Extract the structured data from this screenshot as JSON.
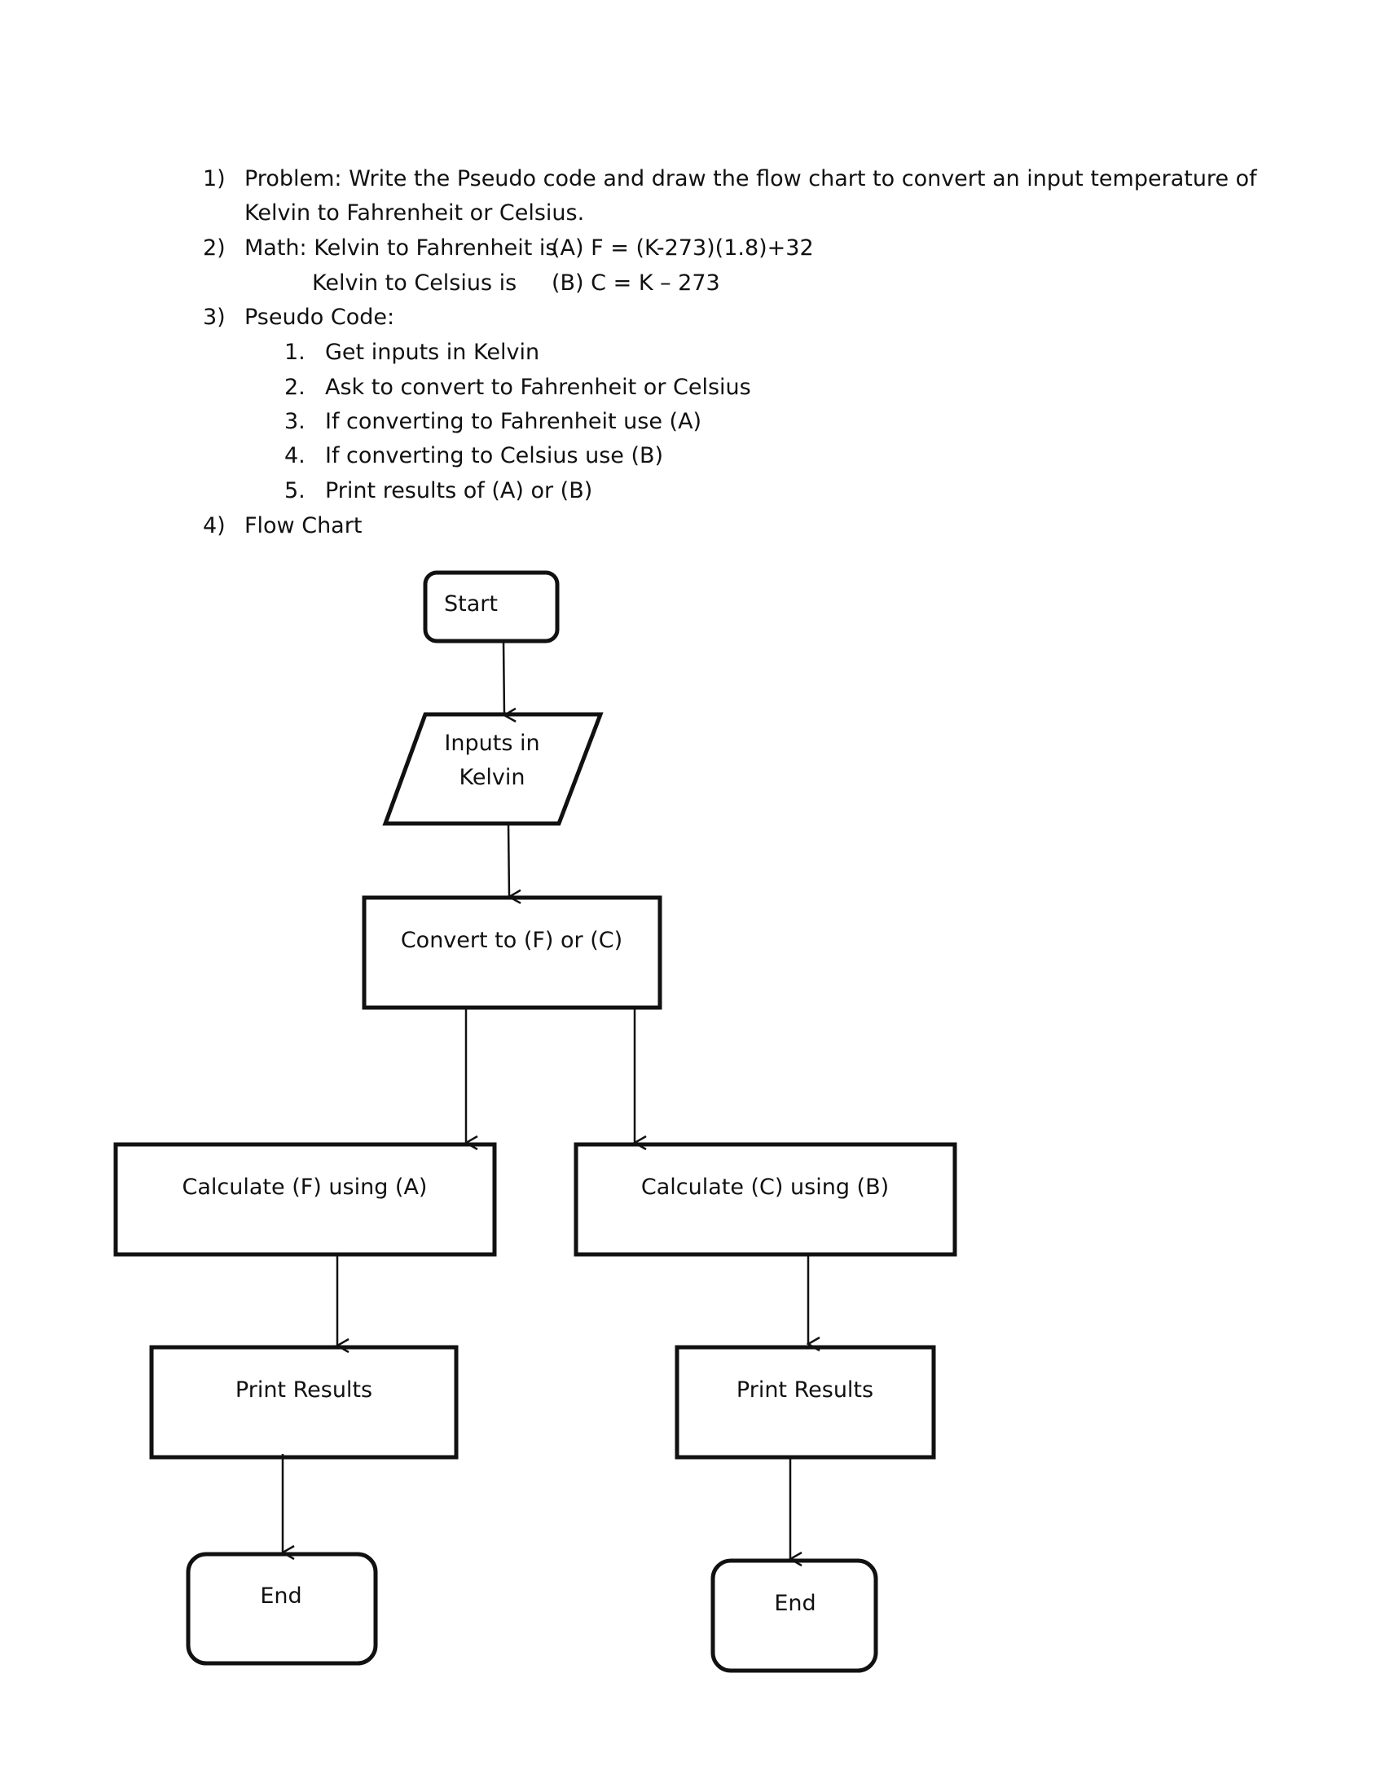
{
  "items": {
    "i1": {
      "number": "1)",
      "line1": "Problem: Write the Pseudo code and draw the flow chart to convert an input temperature of",
      "line2": "Kelvin to Fahrenheit or Celsius."
    },
    "i2": {
      "number": "2)",
      "line1": "Math: Kelvin to Fahrenheit  is",
      "formula_a": "(A) F = (K-273)(1.8)+32",
      "line2": "Kelvin to Celsius is",
      "formula_b": "(B) C = K – 273"
    },
    "i3": {
      "number": "3)",
      "title": "Pseudo Code:",
      "steps": [
        {
          "n": "1.",
          "text": "Get inputs in Kelvin"
        },
        {
          "n": "2.",
          "text": "Ask to convert to Fahrenheit or Celsius"
        },
        {
          "n": "3.",
          "text": "If converting to Fahrenheit use (A)"
        },
        {
          "n": "4.",
          "text": "If converting to Celsius use (B)"
        },
        {
          "n": "5.",
          "text": "Print results of (A) or (B)"
        }
      ]
    },
    "i4": {
      "number": "4)",
      "title": "Flow Chart"
    }
  },
  "flowchart": {
    "start": "Start",
    "input_line1": "Inputs in",
    "input_line2": "Kelvin",
    "convert": "Convert to (F) or (C)",
    "calc_f": "Calculate (F) using (A)",
    "calc_c": "Calculate (C) using (B)",
    "print_left": "Print Results",
    "print_right": "Print Results",
    "end_left": "End",
    "end_right": "End"
  },
  "colors": {
    "stroke": "#111111",
    "background": "#ffffff"
  }
}
